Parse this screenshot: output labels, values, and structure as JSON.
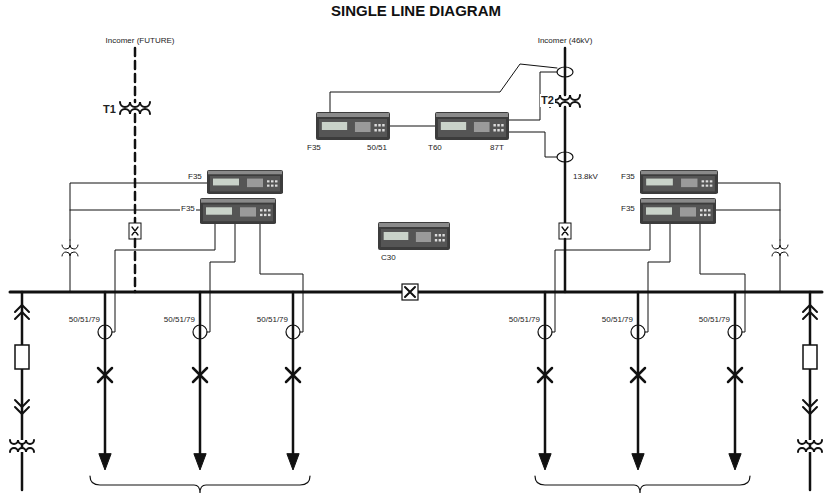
{
  "diagram": {
    "title": "SINGLE LINE DIAGRAM",
    "nodes": [
      {
        "text": [
          "F35",
          "50/51"
        ]
      },
      {
        "text": [
          "T60",
          "87T"
        ]
      },
      {
        "text": [
          "F35"
        ]
      },
      {
        "text": [
          "F35"
        ]
      },
      {
        "text": [
          "F35"
        ]
      },
      {
        "text": [
          "F35"
        ]
      },
      {
        "text": [
          "C30"
        ]
      }
    ],
    "edges": [
      {
        "from": 0,
        "to": 1,
        "arrow": "none"
      }
    ],
    "labels": [
      "Incomer (FUTURE)",
      "Incomer (46kV)",
      "T1",
      "T2",
      "13.8kV",
      "50/51/79",
      "50/51/79",
      "50/51/79",
      "50/51/79",
      "50/51/79",
      "50/51/79"
    ]
  }
}
